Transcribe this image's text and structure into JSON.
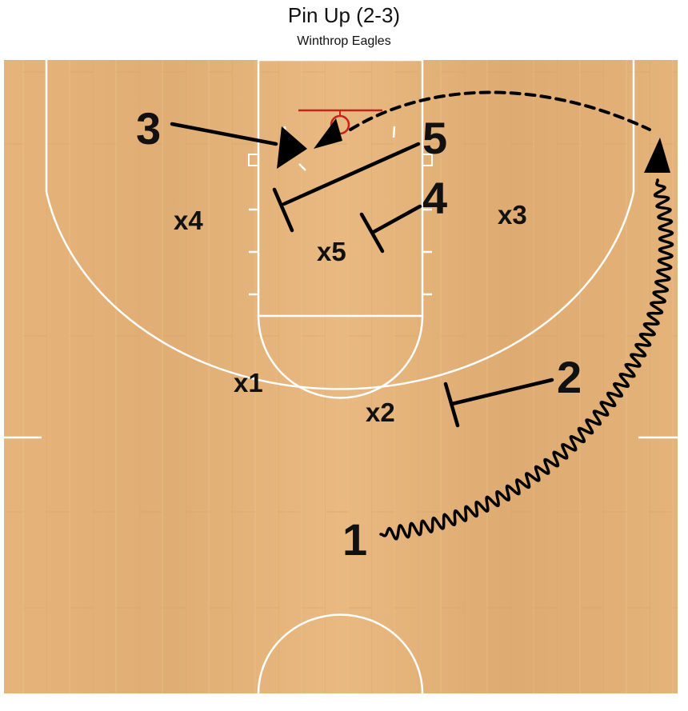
{
  "play": {
    "title": "Pin Up (2-3)",
    "subtitle": "Winthrop Eagles"
  },
  "colors": {
    "court_base": "#e3b37c",
    "court_lines": "#ffffff",
    "rim": "#c4231a",
    "action": "#000000"
  },
  "players": {
    "offense": [
      "1",
      "2",
      "3",
      "4",
      "5"
    ],
    "defense": [
      "x1",
      "x2",
      "x3",
      "x4",
      "x5"
    ]
  },
  "actions": [
    {
      "type": "dribble",
      "player": "1"
    },
    {
      "type": "screen",
      "player": "2"
    },
    {
      "type": "screen",
      "player": "4"
    },
    {
      "type": "screen",
      "player": "5"
    },
    {
      "type": "cut",
      "player": "3"
    },
    {
      "type": "pass",
      "player": "1"
    }
  ]
}
